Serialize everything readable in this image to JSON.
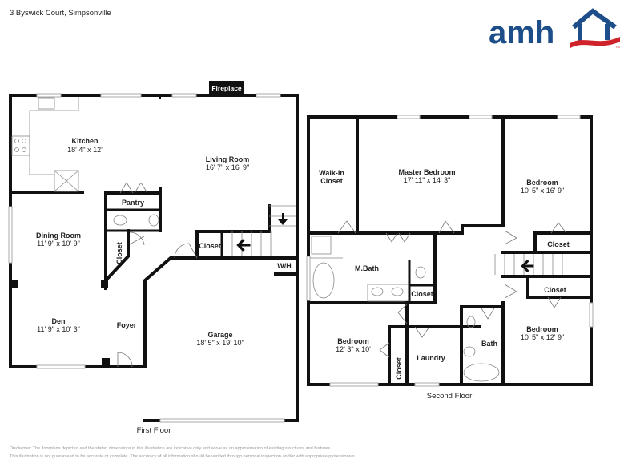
{
  "header": {
    "address": "3 Byswick Court, Simpsonville",
    "logo_text": "amh",
    "logo_tm": "TM",
    "brand_colors": {
      "blue": "#1d4e89",
      "red": "#d0222b"
    }
  },
  "first_floor": {
    "label": "First Floor",
    "rooms": [
      {
        "name": "Kitchen",
        "dims": "18' 4\" x 12'"
      },
      {
        "name": "Living Room",
        "dims": "16' 7\" x 16' 9\""
      },
      {
        "name": "Dining Room",
        "dims": "11' 9\" x 10' 9\""
      },
      {
        "name": "Den",
        "dims": "11' 9\" x 10' 3\""
      },
      {
        "name": "Garage",
        "dims": "18' 5\" x 19' 10\""
      }
    ],
    "labels": {
      "fireplace": "Fireplace",
      "pantry": "Pantry",
      "closet_a": "Closet",
      "closet_b": "Closet",
      "foyer": "Foyer",
      "wh": "W/H"
    }
  },
  "second_floor": {
    "label": "Second Floor",
    "rooms": [
      {
        "name": "Master Bedroom",
        "dims": "17' 11\" x 14' 3\""
      },
      {
        "name": "Bedroom",
        "dims": "10' 5\" x 16' 9\""
      },
      {
        "name": "Bedroom",
        "dims": "12' 3\" x 10'"
      },
      {
        "name": "Bedroom",
        "dims": "10' 5\" x 12' 9\""
      }
    ],
    "labels": {
      "walkin_1": "Walk-In",
      "walkin_2": "Closet",
      "mbath": "M.Bath",
      "closet_mbath": "Closet",
      "closet_bed2": "Closet",
      "closet_bed4": "Closet",
      "closet_bed3": "Closet",
      "laundry": "Laundry",
      "bath": "Bath"
    }
  },
  "footer": {
    "disclaimer_line1": "Disclaimer: The floorplans depicted and the stated dimensions in this illustration are indicative only and serve as an approximation of existing structures and features.",
    "disclaimer_line2": "This illustration is not guaranteed to be accurate or complete. The accuracy of all information should be verified through personal inspection and/or with appropriate professionals."
  }
}
